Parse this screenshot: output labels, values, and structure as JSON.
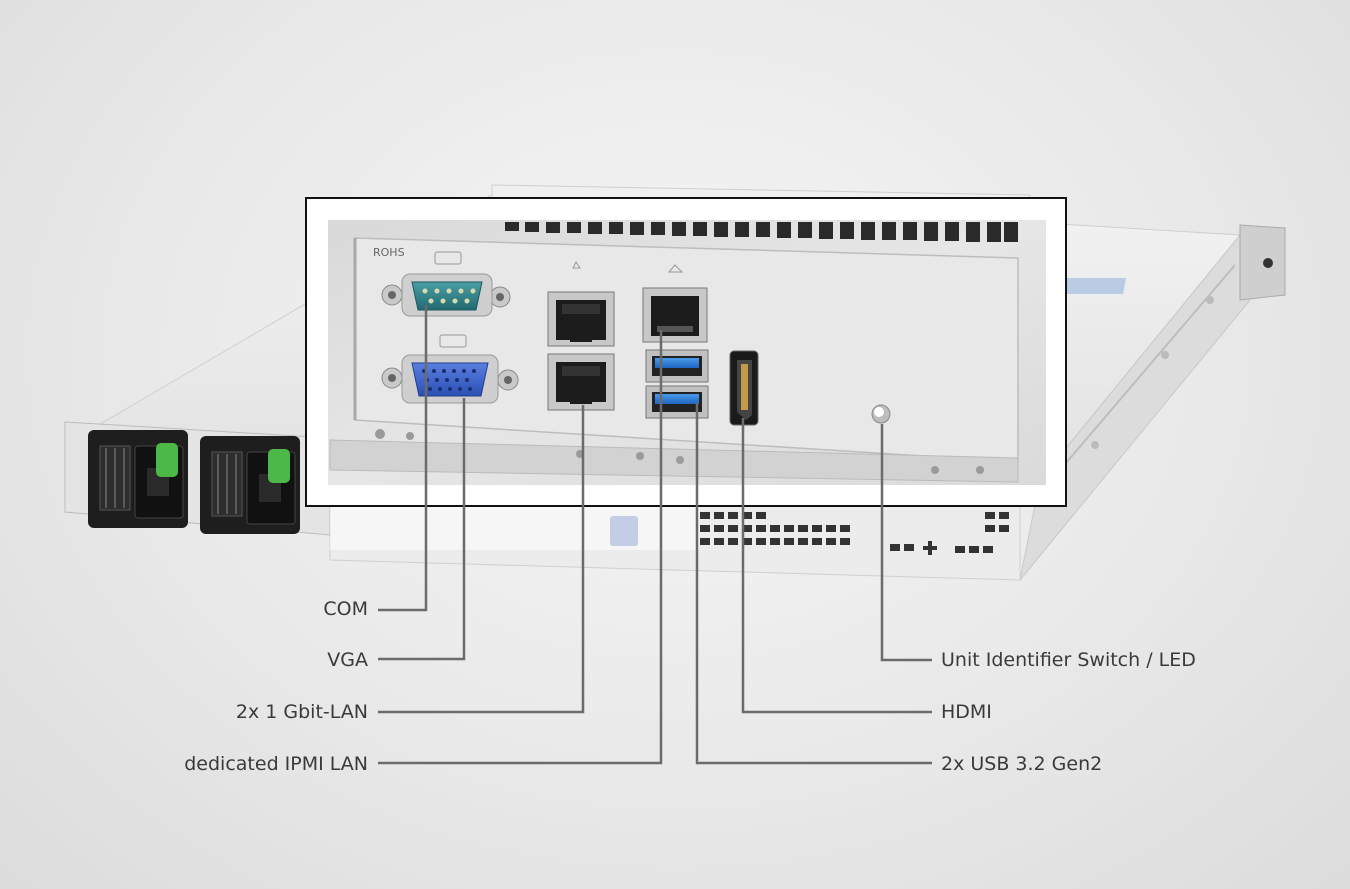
{
  "labels": {
    "com": "COM",
    "vga": "VGA",
    "lan": "2x 1 Gbit-LAN",
    "ipmi": "dedicated IPMI LAN",
    "uid": "Unit Identifier Switch / LED",
    "hdmi": "HDMI",
    "usb": "2x USB 3.2 Gen2"
  },
  "panel": {
    "rohs_mark": "ROHS"
  },
  "colors": {
    "leader_line": "#6b6b6b",
    "com_connector": "#2f7f86",
    "vga_connector": "#3a5fc8",
    "usb_port": "#2a7fd6",
    "psu_latch": "#4cb848"
  }
}
